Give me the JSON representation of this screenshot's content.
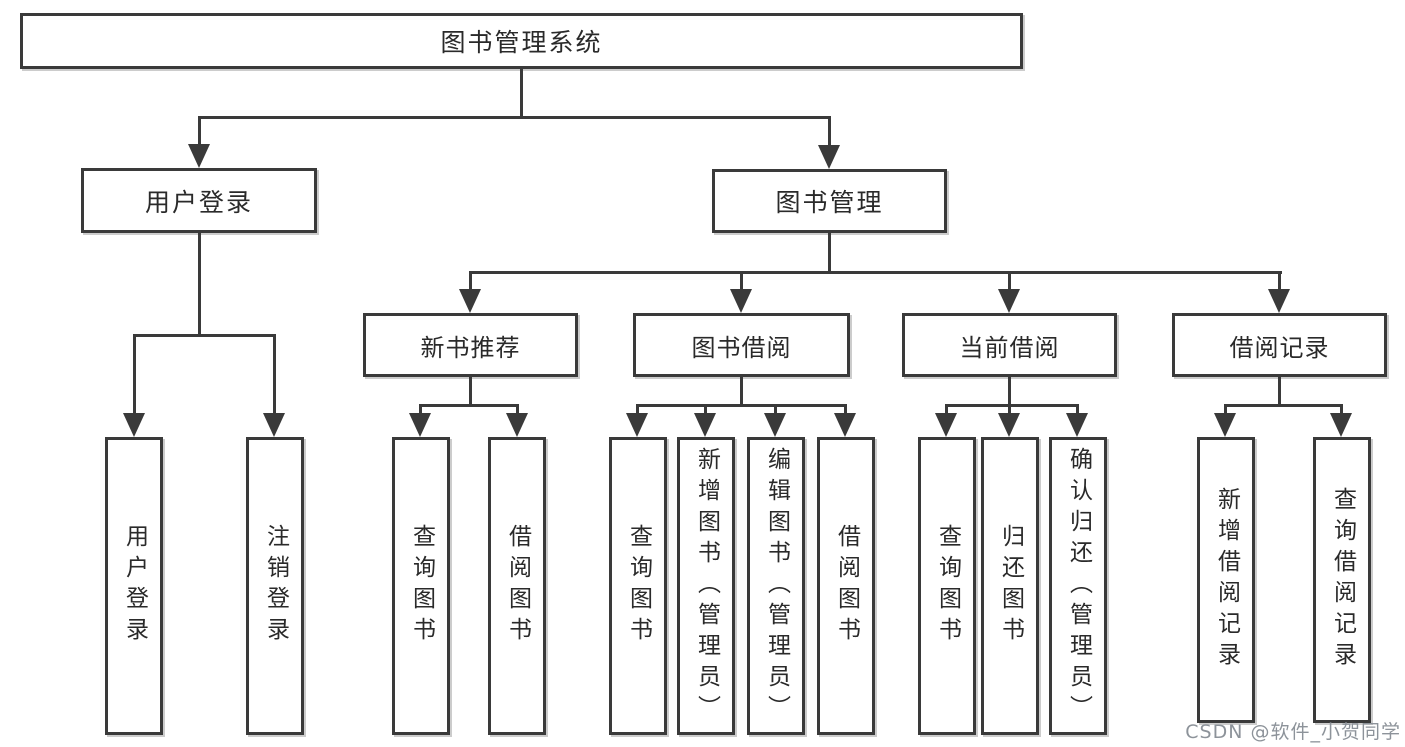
{
  "diagram_title": "图书管理系统",
  "nodes": {
    "root": {
      "label": "图书管理系统"
    },
    "level2": [
      {
        "label": "用户登录"
      },
      {
        "label": "图书管理"
      }
    ],
    "level3": [
      {
        "label": "新书推荐",
        "parent": "图书管理"
      },
      {
        "label": "图书借阅",
        "parent": "图书管理"
      },
      {
        "label": "当前借阅",
        "parent": "图书管理"
      },
      {
        "label": "借阅记录",
        "parent": "图书管理"
      }
    ],
    "leaves": [
      {
        "label": "用户登录",
        "parent": "用户登录"
      },
      {
        "label": "注销登录",
        "parent": "用户登录"
      },
      {
        "label": "查询图书",
        "parent": "新书推荐"
      },
      {
        "label": "借阅图书",
        "parent": "新书推荐"
      },
      {
        "label": "查询图书",
        "parent": "图书借阅"
      },
      {
        "label": "新增图书（管理员）",
        "parent": "图书借阅"
      },
      {
        "label": "编辑图书（管理员）",
        "parent": "图书借阅"
      },
      {
        "label": "借阅图书",
        "parent": "图书借阅"
      },
      {
        "label": "查询图书",
        "parent": "当前借阅"
      },
      {
        "label": "归还图书",
        "parent": "当前借阅"
      },
      {
        "label": "确认归还（管理员）",
        "parent": "当前借阅"
      },
      {
        "label": "新增借阅记录",
        "parent": "借阅记录"
      },
      {
        "label": "查询借阅记录",
        "parent": "借阅记录"
      }
    ]
  },
  "watermark": {
    "text": "CSDN @软件_小贺同学"
  },
  "colors": {
    "line": "#3a3a3a",
    "text": "#2a2a2a",
    "box_background": "#ffffff",
    "watermark_gray": "#8d939a",
    "page_background": "#ffffff"
  }
}
